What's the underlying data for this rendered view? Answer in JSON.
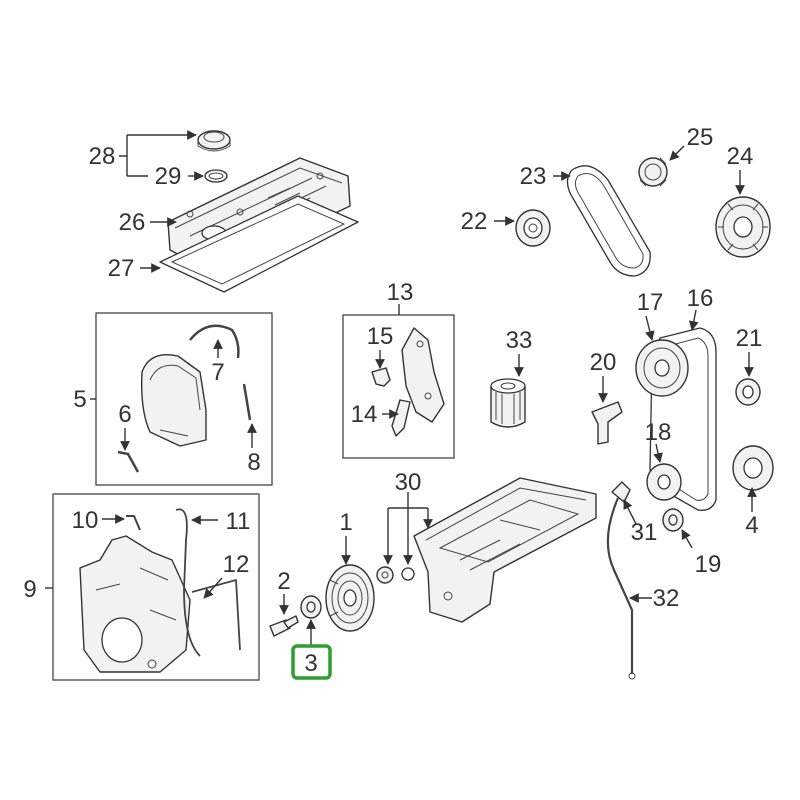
{
  "highlight_color": "#2e9e2e",
  "highlighted_part": "3",
  "callouts": {
    "c1": "1",
    "c2": "2",
    "c3": "3",
    "c4": "4",
    "c5": "5",
    "c6": "6",
    "c7": "7",
    "c8": "8",
    "c9": "9",
    "c10": "10",
    "c11": "11",
    "c12": "12",
    "c13": "13",
    "c14": "14",
    "c15": "15",
    "c16": "16",
    "c17": "17",
    "c18": "18",
    "c19": "19",
    "c20": "20",
    "c21": "21",
    "c22": "22",
    "c23": "23",
    "c24": "24",
    "c25": "25",
    "c26": "26",
    "c27": "27",
    "c28": "28",
    "c29": "29",
    "c30": "30",
    "c31": "31",
    "c32": "32",
    "c33": "33"
  }
}
